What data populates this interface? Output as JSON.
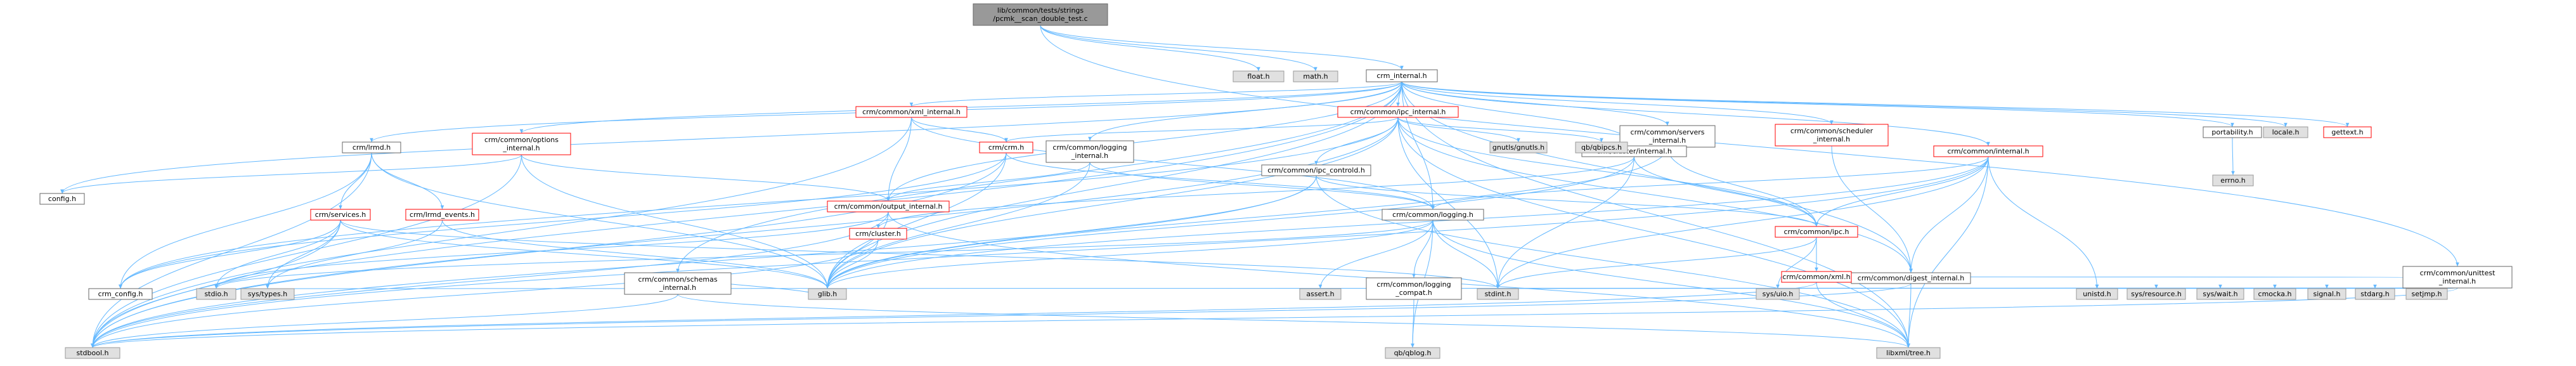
{
  "colors": {
    "root_fill": "#999999",
    "root_border": "#666666",
    "normal_fill": "#ffffff",
    "normal_border": "#666666",
    "linked_border": "#ff0000",
    "external_fill": "#e0e0e0",
    "external_border": "#999999",
    "edge": "#63b8ff"
  },
  "nodes": [
    {
      "id": "root",
      "lines": [
        "lib/common/tests/strings",
        "/pcmk__scan_double_test.c"
      ],
      "kind": "root"
    },
    {
      "id": "crm_internal",
      "lines": [
        "crm_internal.h"
      ],
      "kind": "normal"
    },
    {
      "id": "float",
      "lines": [
        "float.h"
      ],
      "kind": "external"
    },
    {
      "id": "math",
      "lines": [
        "math.h"
      ],
      "kind": "external"
    },
    {
      "id": "unittest",
      "lines": [
        "crm/common/unittest",
        "_internal.h"
      ],
      "kind": "normal"
    },
    {
      "id": "config",
      "lines": [
        "config.h"
      ],
      "kind": "normal"
    },
    {
      "id": "stdbool",
      "lines": [
        "stdbool.h"
      ],
      "kind": "external"
    },
    {
      "id": "lrmd",
      "lines": [
        "crm/lrmd.h"
      ],
      "kind": "normal"
    },
    {
      "id": "opt_int",
      "lines": [
        "crm/common/options",
        "_internal.h"
      ],
      "kind": "linked"
    },
    {
      "id": "schemas",
      "lines": [
        "crm/common/schemas",
        "_internal.h"
      ],
      "kind": "normal"
    },
    {
      "id": "xml_int",
      "lines": [
        "crm/common/xml_internal.h"
      ],
      "kind": "linked"
    },
    {
      "id": "log_int",
      "lines": [
        "crm/common/logging",
        "_internal.h"
      ],
      "kind": "normal"
    },
    {
      "id": "glib",
      "lines": [
        "glib.h"
      ],
      "kind": "external"
    },
    {
      "id": "out_int",
      "lines": [
        "crm/common/output_internal.h"
      ],
      "kind": "linked"
    },
    {
      "id": "ipc_int",
      "lines": [
        "crm/common/ipc_internal.h"
      ],
      "kind": "linked"
    },
    {
      "id": "logging",
      "lines": [
        "crm/common/logging.h"
      ],
      "kind": "normal"
    },
    {
      "id": "servers",
      "lines": [
        "crm/common/servers",
        "_internal.h"
      ],
      "kind": "normal"
    },
    {
      "id": "clus_int",
      "lines": [
        "crm/cluster/internal.h"
      ],
      "kind": "normal"
    },
    {
      "id": "sched",
      "lines": [
        "crm/common/scheduler",
        "_internal.h"
      ],
      "kind": "linked"
    },
    {
      "id": "digest",
      "lines": [
        "crm/common/digest_internal.h"
      ],
      "kind": "normal"
    },
    {
      "id": "common_int",
      "lines": [
        "crm/common/internal.h"
      ],
      "kind": "linked"
    },
    {
      "id": "libxml",
      "lines": [
        "libxml/tree.h"
      ],
      "kind": "external"
    },
    {
      "id": "portability",
      "lines": [
        "portability.h"
      ],
      "kind": "normal"
    },
    {
      "id": "errno",
      "lines": [
        "errno.h"
      ],
      "kind": "external"
    },
    {
      "id": "locale",
      "lines": [
        "locale.h"
      ],
      "kind": "external"
    },
    {
      "id": "gettext",
      "lines": [
        "gettext.h"
      ],
      "kind": "linked"
    },
    {
      "id": "crm_h",
      "lines": [
        "crm/crm.h"
      ],
      "kind": "linked"
    },
    {
      "id": "ipc_ctl",
      "lines": [
        "crm/common/ipc_controld.h"
      ],
      "kind": "normal"
    },
    {
      "id": "gnutls",
      "lines": [
        "gnutls/gnutls.h"
      ],
      "kind": "external"
    },
    {
      "id": "qbipcs",
      "lines": [
        "qb/qbipcs.h"
      ],
      "kind": "external"
    },
    {
      "id": "stdint",
      "lines": [
        "stdint.h"
      ],
      "kind": "external"
    },
    {
      "id": "cluster_h",
      "lines": [
        "crm/cluster.h"
      ],
      "kind": "linked"
    },
    {
      "id": "ipc_h",
      "lines": [
        "crm/common/ipc.h"
      ],
      "kind": "linked"
    },
    {
      "id": "services",
      "lines": [
        "crm/services.h"
      ],
      "kind": "linked"
    },
    {
      "id": "lrmd_ev",
      "lines": [
        "crm/lrmd_events.h"
      ],
      "kind": "linked"
    },
    {
      "id": "crm_config",
      "lines": [
        "crm_config.h"
      ],
      "kind": "normal"
    },
    {
      "id": "stdio",
      "lines": [
        "stdio.h"
      ],
      "kind": "external"
    },
    {
      "id": "systypes",
      "lines": [
        "sys/types.h"
      ],
      "kind": "external"
    },
    {
      "id": "assert",
      "lines": [
        "assert.h"
      ],
      "kind": "external"
    },
    {
      "id": "log_compat",
      "lines": [
        "crm/common/logging",
        "_compat.h"
      ],
      "kind": "normal"
    },
    {
      "id": "qblog",
      "lines": [
        "qb/qblog.h"
      ],
      "kind": "external"
    },
    {
      "id": "sysuio",
      "lines": [
        "sys/uio.h"
      ],
      "kind": "external"
    },
    {
      "id": "xml_h",
      "lines": [
        "crm/common/xml.h"
      ],
      "kind": "linked"
    },
    {
      "id": "unistd",
      "lines": [
        "unistd.h"
      ],
      "kind": "external"
    },
    {
      "id": "sysres",
      "lines": [
        "sys/resource.h"
      ],
      "kind": "external"
    },
    {
      "id": "syswait",
      "lines": [
        "sys/wait.h"
      ],
      "kind": "external"
    },
    {
      "id": "cmocka",
      "lines": [
        "cmocka.h"
      ],
      "kind": "external"
    },
    {
      "id": "signal",
      "lines": [
        "signal.h"
      ],
      "kind": "external"
    },
    {
      "id": "stdarg",
      "lines": [
        "stdarg.h"
      ],
      "kind": "external"
    },
    {
      "id": "setjmp",
      "lines": [
        "setjmp.h"
      ],
      "kind": "external"
    }
  ],
  "edges": [
    [
      "root",
      "crm_internal"
    ],
    [
      "root",
      "float"
    ],
    [
      "root",
      "math"
    ],
    [
      "root",
      "unittest"
    ],
    [
      "crm_internal",
      "config"
    ],
    [
      "crm_internal",
      "stdbool"
    ],
    [
      "crm_internal",
      "lrmd"
    ],
    [
      "crm_internal",
      "opt_int"
    ],
    [
      "crm_internal",
      "schemas"
    ],
    [
      "crm_internal",
      "xml_int"
    ],
    [
      "crm_internal",
      "log_int"
    ],
    [
      "crm_internal",
      "glib"
    ],
    [
      "crm_internal",
      "out_int"
    ],
    [
      "crm_internal",
      "ipc_int"
    ],
    [
      "crm_internal",
      "logging"
    ],
    [
      "crm_internal",
      "servers"
    ],
    [
      "crm_internal",
      "clus_int"
    ],
    [
      "crm_internal",
      "sched"
    ],
    [
      "crm_internal",
      "digest"
    ],
    [
      "crm_internal",
      "common_int"
    ],
    [
      "crm_internal",
      "libxml"
    ],
    [
      "crm_internal",
      "portability"
    ],
    [
      "crm_internal",
      "locale"
    ],
    [
      "crm_internal",
      "gettext"
    ],
    [
      "portability",
      "errno"
    ],
    [
      "lrmd",
      "stdbool"
    ],
    [
      "lrmd",
      "crm_config"
    ],
    [
      "lrmd",
      "services"
    ],
    [
      "lrmd",
      "lrmd_ev"
    ],
    [
      "lrmd",
      "glib"
    ],
    [
      "services",
      "glib"
    ],
    [
      "services",
      "stdio"
    ],
    [
      "services",
      "stdint"
    ],
    [
      "services",
      "stdbool"
    ],
    [
      "services",
      "systypes"
    ],
    [
      "services",
      "crm_config"
    ],
    [
      "lrmd_ev",
      "glib"
    ],
    [
      "lrmd_ev",
      "systypes"
    ],
    [
      "opt_int",
      "glib"
    ],
    [
      "opt_int",
      "stdbool"
    ],
    [
      "opt_int",
      "out_int"
    ],
    [
      "opt_int",
      "config"
    ],
    [
      "schemas",
      "glib"
    ],
    [
      "schemas",
      "libxml"
    ],
    [
      "schemas",
      "stdbool"
    ],
    [
      "xml_int",
      "crm_h"
    ],
    [
      "xml_int",
      "out_int"
    ],
    [
      "xml_int",
      "stdbool"
    ],
    [
      "xml_int",
      "logging"
    ],
    [
      "crm_h",
      "crm_config"
    ],
    [
      "crm_h",
      "stdbool"
    ],
    [
      "crm_h",
      "glib"
    ],
    [
      "crm_h",
      "logging"
    ],
    [
      "log_int",
      "glib"
    ],
    [
      "log_int",
      "logging"
    ],
    [
      "log_int",
      "out_int"
    ],
    [
      "out_int",
      "stdbool"
    ],
    [
      "out_int",
      "stdio"
    ],
    [
      "out_int",
      "libxml"
    ],
    [
      "out_int",
      "glib"
    ],
    [
      "ipc_int",
      "stdbool"
    ],
    [
      "ipc_int",
      "stdint"
    ],
    [
      "ipc_int",
      "sys_types_placeholder"
    ],
    [
      "ipc_int",
      "gnutls"
    ],
    [
      "ipc_int",
      "qbipcs"
    ],
    [
      "ipc_int",
      "libxml"
    ],
    [
      "ipc_int",
      "glib"
    ],
    [
      "ipc_int",
      "ipc_h"
    ],
    [
      "ipc_int",
      "ipc_ctl"
    ],
    [
      "ipc_int",
      "crm_h"
    ],
    [
      "ipc_int",
      "crm_config"
    ],
    [
      "ipc_int",
      "digest"
    ],
    [
      "ipc_ctl",
      "stdbool"
    ],
    [
      "ipc_ctl",
      "glib"
    ],
    [
      "ipc_ctl",
      "ipc_h"
    ],
    [
      "ipc_ctl",
      "libxml"
    ],
    [
      "ipc_h",
      "sysuio"
    ],
    [
      "ipc_h",
      "xml_h"
    ],
    [
      "ipc_h",
      "stdint"
    ],
    [
      "xml_h",
      "stdbool"
    ],
    [
      "xml_h",
      "libxml"
    ],
    [
      "logging",
      "stdio"
    ],
    [
      "logging",
      "stdint"
    ],
    [
      "logging",
      "glib"
    ],
    [
      "logging",
      "qblog"
    ],
    [
      "logging",
      "libxml"
    ],
    [
      "logging",
      "assert"
    ],
    [
      "logging",
      "log_compat"
    ],
    [
      "log_compat",
      "qblog"
    ],
    [
      "servers",
      "ipc_h"
    ],
    [
      "servers",
      "glib"
    ],
    [
      "clus_int",
      "cluster_h"
    ],
    [
      "clus_int",
      "stdint"
    ],
    [
      "clus_int",
      "ipc_h"
    ],
    [
      "clus_int",
      "glib"
    ],
    [
      "cluster_h",
      "glib"
    ],
    [
      "cluster_h",
      "stdbool"
    ],
    [
      "sched",
      "digest"
    ],
    [
      "digest",
      "libxml"
    ],
    [
      "digest",
      "stdbool"
    ],
    [
      "common_int",
      "stdint"
    ],
    [
      "common_int",
      "unistd"
    ],
    [
      "common_int",
      "glib"
    ],
    [
      "common_int",
      "libxml"
    ],
    [
      "common_int",
      "logging"
    ],
    [
      "common_int",
      "digest"
    ],
    [
      "common_int",
      "stdbool"
    ],
    [
      "common_int",
      "ipc_h"
    ],
    [
      "unittest",
      "stdint"
    ],
    [
      "unittest",
      "stdbool"
    ],
    [
      "unittest",
      "unistd"
    ],
    [
      "unittest",
      "sysres"
    ],
    [
      "unittest",
      "syswait"
    ],
    [
      "unittest",
      "cmocka"
    ],
    [
      "unittest",
      "signal"
    ],
    [
      "unittest",
      "stdarg"
    ],
    [
      "unittest",
      "setjmp"
    ],
    [
      "unittest",
      "xml_h"
    ],
    [
      "unittest",
      "systypes"
    ]
  ]
}
